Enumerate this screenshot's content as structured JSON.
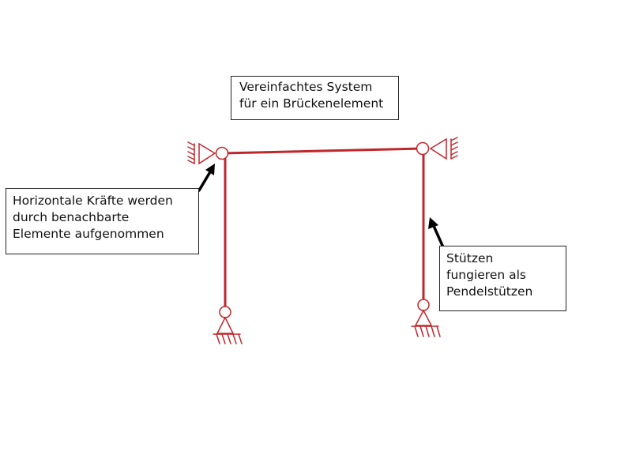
{
  "notes": {
    "title": {
      "line1": "Vereinfachtes System",
      "line2": "für ein Brückenelement"
    },
    "horizontal_forces": {
      "line1": "Horizontale Kräfte werden",
      "line2": "durch benachbarte",
      "line3": "Elemente aufgenommen"
    },
    "columns": {
      "line1": "Stützen",
      "line2": "fungieren als",
      "line3": "Pendelstützen"
    }
  },
  "colors": {
    "structure": "#c0272d",
    "arrow": "#000000",
    "text": "#111111"
  }
}
